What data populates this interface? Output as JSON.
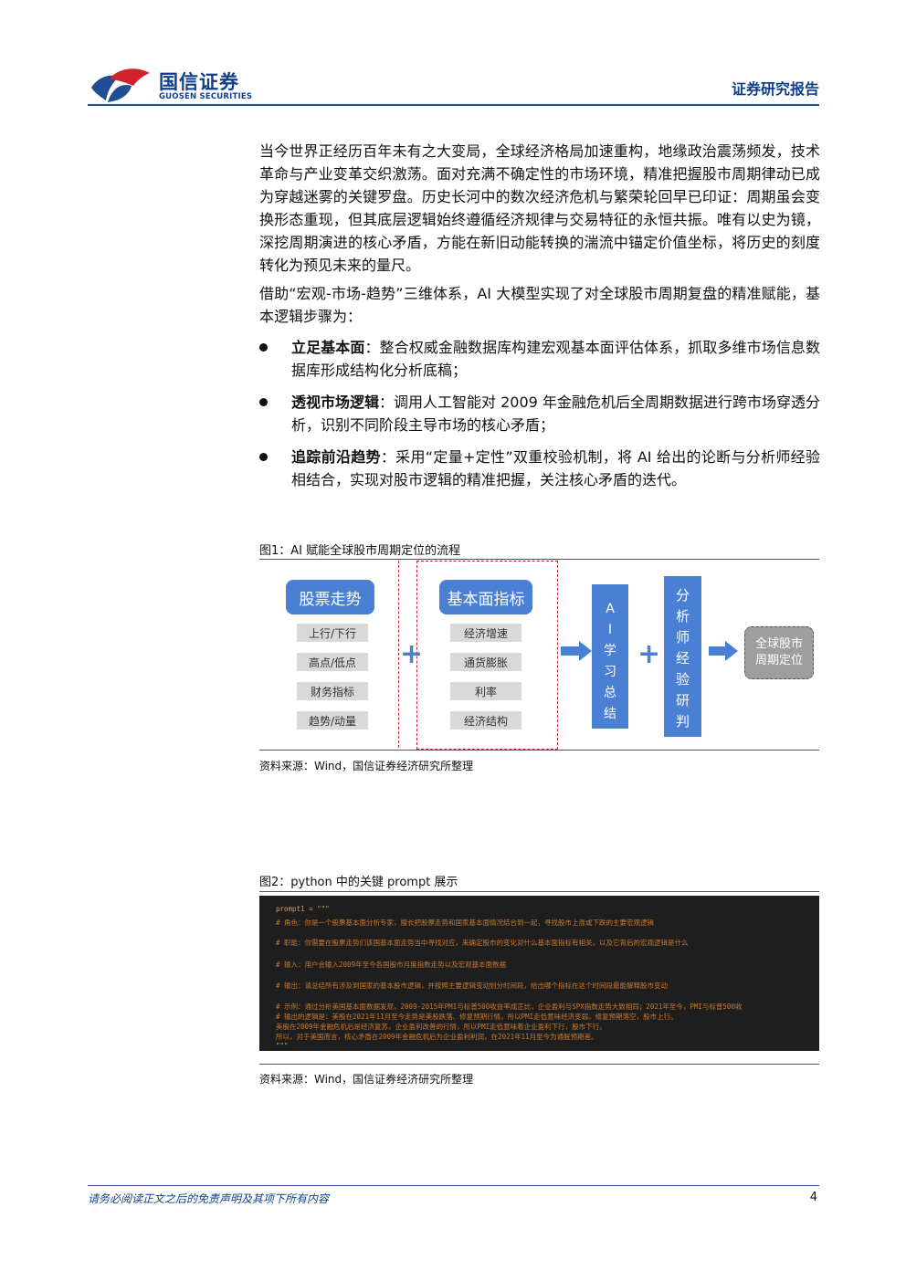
{
  "header": {
    "logo_cn": "国信证券",
    "logo_en": "GUOSEN SECURITIES",
    "report_type": "证券研究报告"
  },
  "body": {
    "para1": "当今世界正经历百年未有之大变局，全球经济格局加速重构，地缘政治震荡频发，技术革命与产业变革交织激荡。面对充满不确定性的市场环境，精准把握股市周期律动已成为穿越迷雾的关键罗盘。历史长河中的数次经济危机与繁荣轮回早已印证：周期虽会变换形态重现，但其底层逻辑始终遵循经济规律与交易特征的永恒共振。唯有以史为镜，深挖周期演进的核心矛盾，方能在新旧动能转换的湍流中锚定价值坐标，将历史的刻度转化为预见未来的量尺。",
    "para2": "借助“宏观-市场-趋势”三维体系，AI 大模型实现了对全球股市周期复盘的精准赋能，基本逻辑步骤为：",
    "bullets": [
      {
        "kw": "立足基本面",
        "text": "：整合权威金融数据库构建宏观基本面评估体系，抓取多维市场信息数据库形成结构化分析底稿；"
      },
      {
        "kw": "透视市场逻辑",
        "text": "：调用人工智能对 2009 年金融危机后全周期数据进行跨市场穿透分析，识别不同阶段主导市场的核心矛盾；"
      },
      {
        "kw": "追踪前沿趋势",
        "text": "：采用“定量+定性”双重校验机制，将 AI 给出的论断与分析师经验相结合，实现对股市逻辑的精准把握，关注核心矛盾的迭代。"
      }
    ]
  },
  "figure1": {
    "caption": "图1：AI 赋能全球股市周期定位的流程",
    "left_title": "股票走势",
    "left_items": [
      "上行/下行",
      "高点/低点",
      "财务指标",
      "趋势/动量"
    ],
    "mid_title": "基本面指标",
    "mid_items": [
      "经济增速",
      "通货膨胀",
      "利率",
      "经济结构"
    ],
    "ai_box": [
      "A",
      "I",
      "学",
      "习",
      "总",
      "结"
    ],
    "analyst_box": [
      "分",
      "析",
      "师",
      "经",
      "验",
      "研",
      "判"
    ],
    "result": [
      "全球股市",
      "周期定位"
    ],
    "source": "资料来源：Wind，国信证券经济研究所整理"
  },
  "figure2": {
    "caption": "图2：python 中的关键 prompt 展示",
    "code_lines": [
      "prompt1 = \"\"\"",
      "# 角色：你是一个股票基本面分析专家，擅长把股票走势和国家基本面情况结合到一起，寻找股市上涨或下跌的主要宏观逻辑",
      "# 职能：你需要在股票走势们该国基本面走势当中寻找对应，来确定股市的变化对什么基本面指标有相关，以及它背后的宏观逻辑是什么",
      "# 输入：用户会输入2009年至今各国股市月度指数走势以及宏观基本面数据",
      "# 输出：请总结所有涉及到国家的基本股市逻辑，并按照主要逻辑变动划分时间段，给出哪个指标在这个时间段最能解释股市变动",
      "# 示例：通过分析美国基本面数据发现，2009-2015年PMI与标普500收益率成正比，企业盈利与SPX指数走势大致相同；2021年至今，PMI与标普500收",
      "# 输出的逻辑是：美股在2021年11月至今走势是美股跌落、修复预期行情，所以PMI走低意味经济变弱，修复预期落空，股市上行。",
      "美股在2009年金融危机后是经济复苏，企业盈利改善的行情，所以PMI走低意味着企业盈利下行，股市下行。",
      "所以，对于美国而言，核心矛盾在2009年金融危机后为企业盈利利润，在2021年11月至今为通胀预期差。",
      "\"\"\""
    ],
    "source": "资料来源：Wind，国信证券经济研究所整理"
  },
  "footer": {
    "disclaimer": "请务必阅读正文之后的免责声明及其项下所有内容",
    "page": "4"
  }
}
